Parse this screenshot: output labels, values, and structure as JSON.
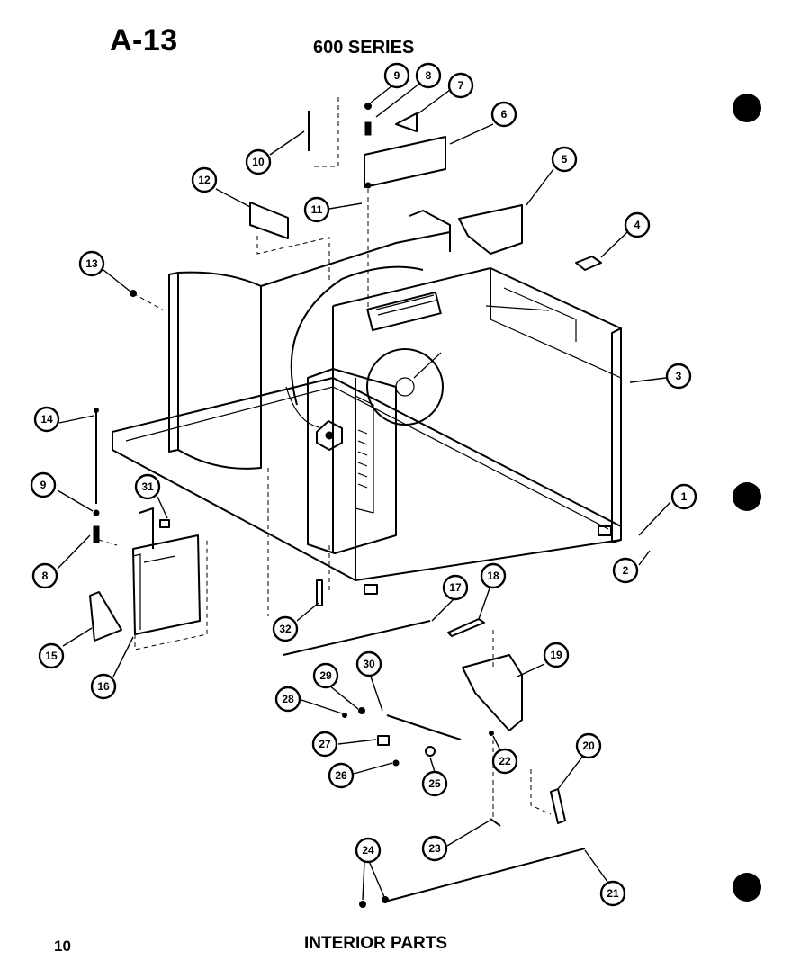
{
  "header": {
    "code": "A-13",
    "series": "600 SERIES"
  },
  "footer": {
    "page_number": "10",
    "caption": "INTERIOR PARTS"
  },
  "callouts": [
    {
      "id": "c1",
      "label": "1"
    },
    {
      "id": "c2",
      "label": "2"
    },
    {
      "id": "c3",
      "label": "3"
    },
    {
      "id": "c4",
      "label": "4"
    },
    {
      "id": "c5",
      "label": "5"
    },
    {
      "id": "c6a",
      "label": "6"
    },
    {
      "id": "c7",
      "label": "7"
    },
    {
      "id": "c8a",
      "label": "8"
    },
    {
      "id": "c9a",
      "label": "9"
    },
    {
      "id": "c10",
      "label": "10"
    },
    {
      "id": "c11",
      "label": "11"
    },
    {
      "id": "c12",
      "label": "12"
    },
    {
      "id": "c13",
      "label": "13"
    },
    {
      "id": "c14",
      "label": "14"
    },
    {
      "id": "c9b",
      "label": "9"
    },
    {
      "id": "c31",
      "label": "31"
    },
    {
      "id": "c8b",
      "label": "8"
    },
    {
      "id": "c15",
      "label": "15"
    },
    {
      "id": "c16",
      "label": "16"
    },
    {
      "id": "c32",
      "label": "32"
    },
    {
      "id": "c17",
      "label": "17"
    },
    {
      "id": "c18",
      "label": "18"
    },
    {
      "id": "c19",
      "label": "19"
    },
    {
      "id": "c29",
      "label": "29"
    },
    {
      "id": "c30",
      "label": "30"
    },
    {
      "id": "c28",
      "label": "28"
    },
    {
      "id": "c27",
      "label": "27"
    },
    {
      "id": "c22",
      "label": "22"
    },
    {
      "id": "c26",
      "label": "26"
    },
    {
      "id": "c25",
      "label": "25"
    },
    {
      "id": "c20",
      "label": "20"
    },
    {
      "id": "c24",
      "label": "24"
    },
    {
      "id": "c23",
      "label": "23"
    },
    {
      "id": "c21",
      "label": "21"
    }
  ]
}
